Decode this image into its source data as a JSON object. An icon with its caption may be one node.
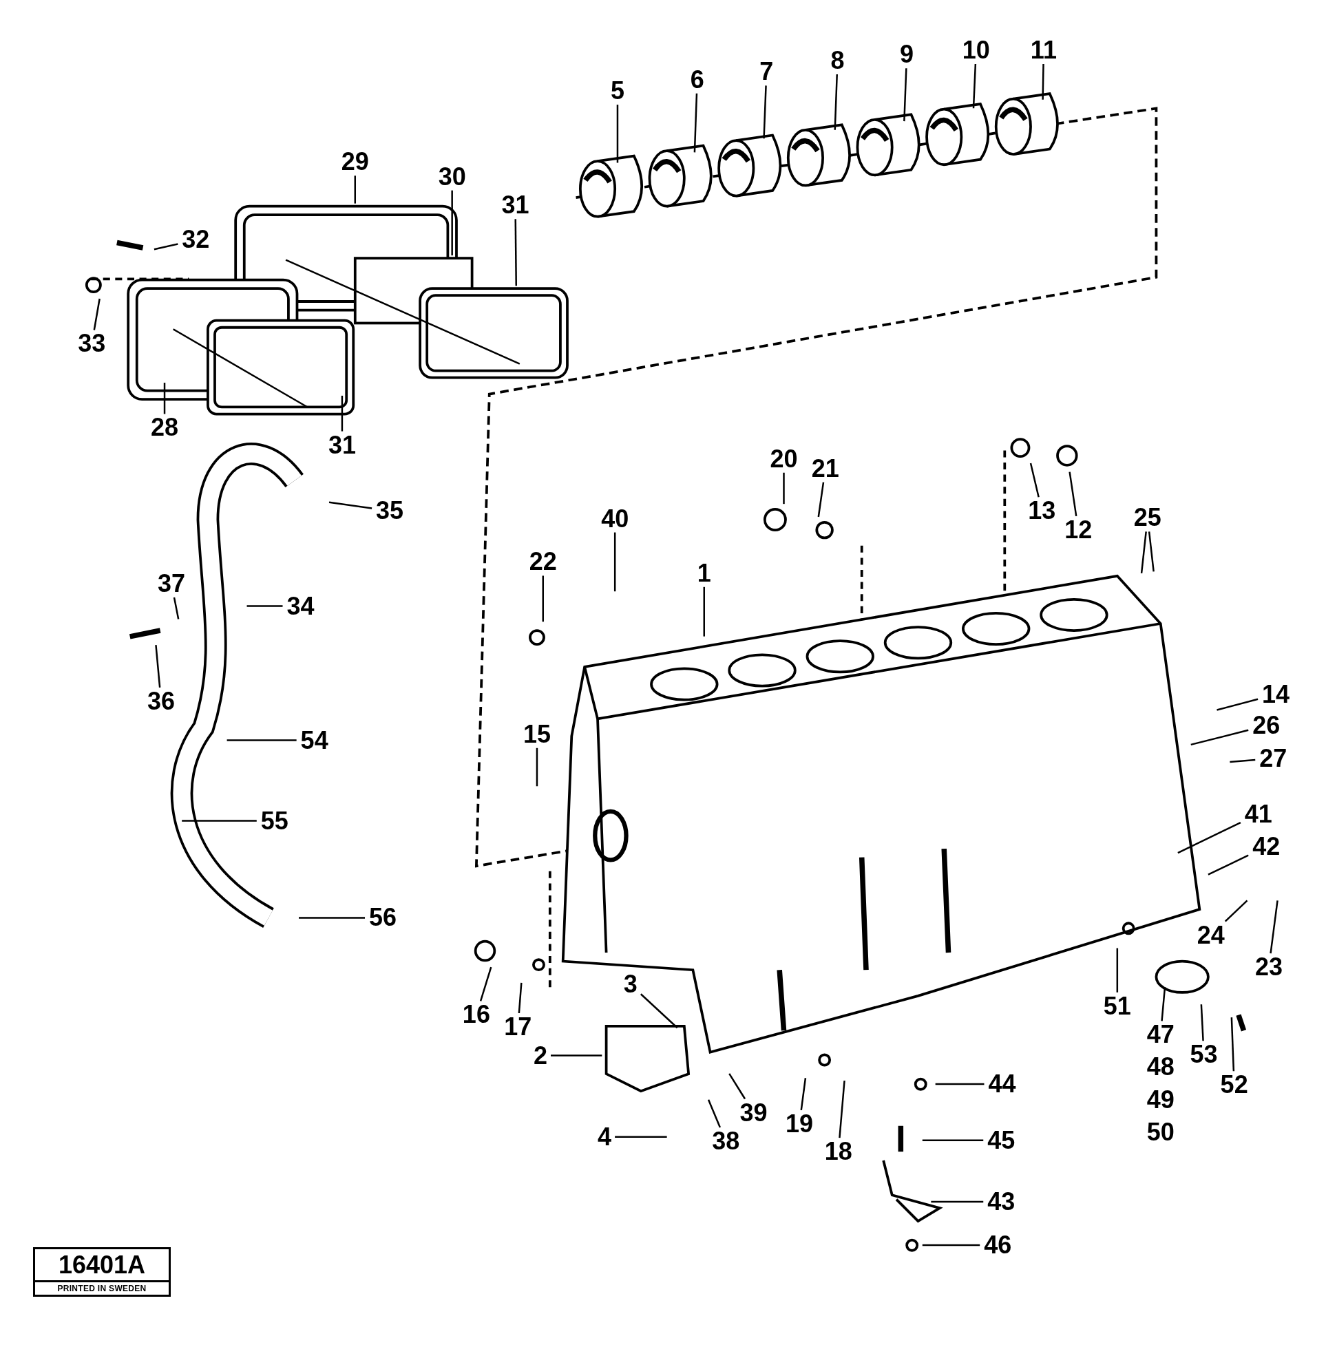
{
  "diagram": {
    "nodes": [
      {
        "text": [
          "5"
        ]
      },
      {
        "text": [
          "6"
        ]
      },
      {
        "text": [
          "7"
        ]
      },
      {
        "text": [
          "8"
        ]
      },
      {
        "text": [
          "9"
        ]
      },
      {
        "text": [
          "10"
        ]
      },
      {
        "text": [
          "11"
        ]
      },
      {
        "text": [
          "29"
        ]
      },
      {
        "text": [
          "30"
        ]
      },
      {
        "text": [
          "31"
        ]
      },
      {
        "text": [
          "32"
        ]
      },
      {
        "text": [
          "33"
        ]
      },
      {
        "text": [
          "28"
        ]
      },
      {
        "text": [
          "31"
        ]
      },
      {
        "text": [
          "35"
        ]
      },
      {
        "text": [
          "34"
        ]
      },
      {
        "text": [
          "37"
        ]
      },
      {
        "text": [
          "36"
        ]
      },
      {
        "text": [
          "54"
        ]
      },
      {
        "text": [
          "55"
        ]
      },
      {
        "text": [
          "56"
        ]
      },
      {
        "text": [
          "22"
        ]
      },
      {
        "text": [
          "40"
        ]
      },
      {
        "text": [
          "1"
        ]
      },
      {
        "text": [
          "20"
        ]
      },
      {
        "text": [
          "21"
        ]
      },
      {
        "text": [
          "13"
        ]
      },
      {
        "text": [
          "12"
        ]
      },
      {
        "text": [
          "25"
        ]
      },
      {
        "text": [
          "14"
        ]
      },
      {
        "text": [
          "26"
        ]
      },
      {
        "text": [
          "27"
        ]
      },
      {
        "text": [
          "41"
        ]
      },
      {
        "text": [
          "42"
        ]
      },
      {
        "text": [
          "24"
        ]
      },
      {
        "text": [
          "23"
        ]
      },
      {
        "text": [
          "15"
        ]
      },
      {
        "text": [
          "16"
        ]
      },
      {
        "text": [
          "17"
        ]
      },
      {
        "text": [
          "3"
        ]
      },
      {
        "text": [
          "2"
        ]
      },
      {
        "text": [
          "4"
        ]
      },
      {
        "text": [
          "38"
        ]
      },
      {
        "text": [
          "39"
        ]
      },
      {
        "text": [
          "19"
        ]
      },
      {
        "text": [
          "18"
        ]
      },
      {
        "text": [
          "44"
        ]
      },
      {
        "text": [
          "45"
        ]
      },
      {
        "text": [
          "43"
        ]
      },
      {
        "text": [
          "46"
        ]
      },
      {
        "text": [
          "51"
        ]
      },
      {
        "text": [
          "47"
        ]
      },
      {
        "text": [
          "53"
        ]
      },
      {
        "text": [
          "52"
        ]
      }
    ],
    "edges": [
      {
        "from": 0,
        "to": null,
        "arrow": "none"
      },
      {
        "from": 1,
        "to": null,
        "arrow": "none"
      },
      {
        "from": 2,
        "to": null,
        "arrow": "none"
      },
      {
        "from": 3,
        "to": null,
        "arrow": "none"
      },
      {
        "from": 4,
        "to": null,
        "arrow": "none"
      },
      {
        "from": 5,
        "to": null,
        "arrow": "none"
      },
      {
        "from": 6,
        "to": null,
        "arrow": "none"
      },
      {
        "from": 7,
        "to": null,
        "arrow": "none"
      },
      {
        "from": 8,
        "to": null,
        "arrow": "none"
      },
      {
        "from": 9,
        "to": null,
        "arrow": "none"
      },
      {
        "from": 10,
        "to": null,
        "arrow": "none"
      },
      {
        "from": 11,
        "to": null,
        "arrow": "none"
      },
      {
        "from": 12,
        "to": null,
        "arrow": "none"
      },
      {
        "from": 13,
        "to": null,
        "arrow": "none"
      },
      {
        "from": 14,
        "to": null,
        "arrow": "none"
      },
      {
        "from": 15,
        "to": null,
        "arrow": "none"
      },
      {
        "from": 16,
        "to": null,
        "arrow": "none"
      },
      {
        "from": 17,
        "to": null,
        "arrow": "none"
      },
      {
        "from": 18,
        "to": null,
        "arrow": "none"
      },
      {
        "from": 19,
        "to": null,
        "arrow": "none"
      },
      {
        "from": 20,
        "to": null,
        "arrow": "none"
      },
      {
        "from": 21,
        "to": null,
        "arrow": "none"
      },
      {
        "from": 22,
        "to": null,
        "arrow": "none"
      },
      {
        "from": 23,
        "to": null,
        "arrow": "none"
      },
      {
        "from": 24,
        "to": null,
        "arrow": "none"
      },
      {
        "from": 25,
        "to": null,
        "arrow": "none"
      },
      {
        "from": 26,
        "to": null,
        "arrow": "none"
      },
      {
        "from": 27,
        "to": null,
        "arrow": "none"
      },
      {
        "from": 28,
        "to": null,
        "arrow": "none"
      },
      {
        "from": 29,
        "to": null,
        "arrow": "none"
      },
      {
        "from": 30,
        "to": null,
        "arrow": "none"
      },
      {
        "from": 31,
        "to": null,
        "arrow": "none"
      },
      {
        "from": 32,
        "to": null,
        "arrow": "none"
      },
      {
        "from": 33,
        "to": null,
        "arrow": "none"
      },
      {
        "from": 34,
        "to": null,
        "arrow": "none"
      },
      {
        "from": 35,
        "to": null,
        "arrow": "none"
      },
      {
        "from": 36,
        "to": null,
        "arrow": "none"
      },
      {
        "from": 37,
        "to": null,
        "arrow": "none"
      },
      {
        "from": 38,
        "to": null,
        "arrow": "none"
      },
      {
        "from": 39,
        "to": null,
        "arrow": "none"
      },
      {
        "from": 40,
        "to": null,
        "arrow": "none"
      },
      {
        "from": 41,
        "to": null,
        "arrow": "none"
      },
      {
        "from": 42,
        "to": null,
        "arrow": "none"
      },
      {
        "from": 43,
        "to": null,
        "arrow": "none"
      },
      {
        "from": 44,
        "to": null,
        "arrow": "none"
      },
      {
        "from": 45,
        "to": null,
        "arrow": "none"
      },
      {
        "from": 46,
        "to": null,
        "arrow": "none"
      },
      {
        "from": 47,
        "to": null,
        "arrow": "none"
      },
      {
        "from": 48,
        "to": null,
        "arrow": "none"
      },
      {
        "from": 49,
        "to": null,
        "arrow": "none"
      },
      {
        "from": 50,
        "to": null,
        "arrow": "none"
      },
      {
        "from": 51,
        "to": null,
        "arrow": "none"
      },
      {
        "from": 52,
        "to": null,
        "arrow": "none"
      },
      {
        "from": 53,
        "to": null,
        "arrow": "none"
      },
      {
        "from": 28,
        "to": null,
        "arrow": "none"
      }
    ],
    "labels": [
      "48",
      "49",
      "50",
      "16401A",
      "PRINTED IN SWEDEN"
    ]
  }
}
